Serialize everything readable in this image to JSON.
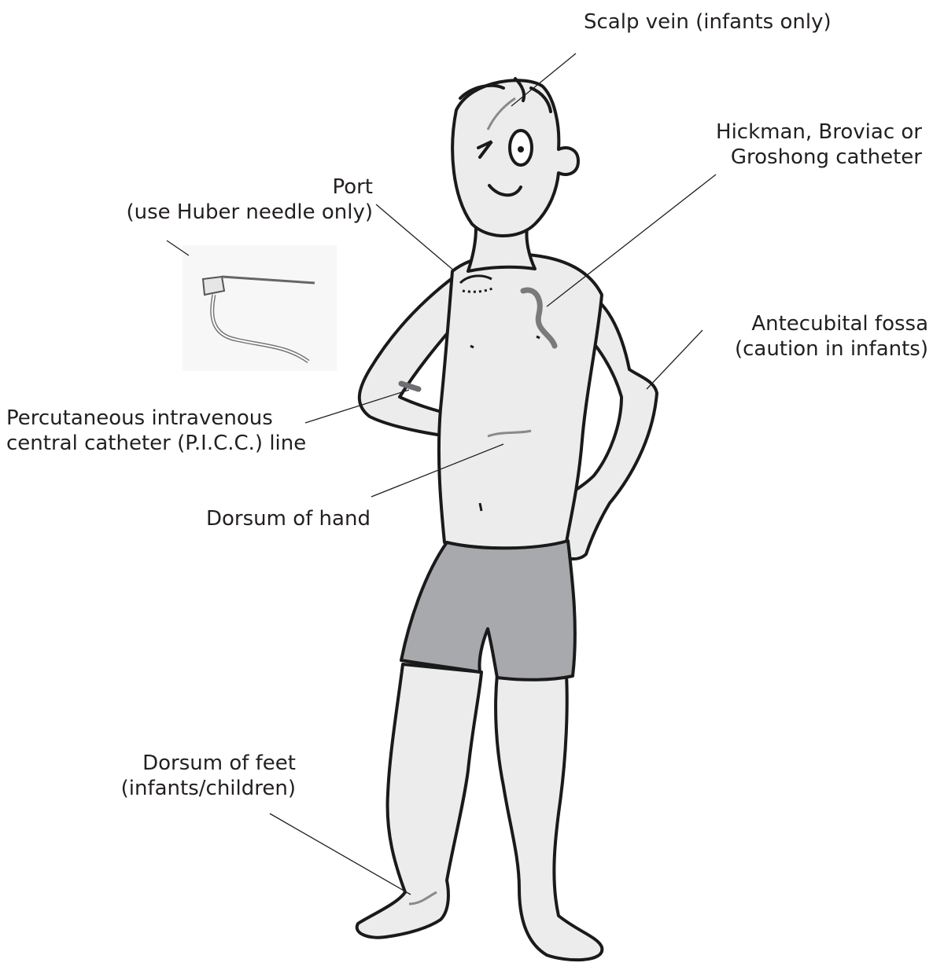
{
  "labels": {
    "scalp_vein": "Scalp vein (infants only)",
    "hickman": [
      "Hickman, Broviac or",
      "Groshong catheter"
    ],
    "port": [
      "Port",
      "(use Huber needle only)"
    ],
    "antecubital": [
      "Antecubital fossa",
      "(caution in infants)"
    ],
    "picc": [
      "Percutaneous intravenous",
      "central catheter (P.I.C.C.) line"
    ],
    "dorsum_hand": "Dorsum of hand",
    "dorsum_feet": [
      "Dorsum of feet",
      "(infants/children)"
    ]
  },
  "colors": {
    "skin": "#ececec",
    "outline": "#1a1a1a",
    "shorts": "#a7a9ac",
    "vein": "#8a8a8a",
    "leader": "#231f20",
    "text": "#231f20"
  },
  "icons": [
    "huber-needle-icon",
    "port-icon",
    "hickman-catheter-icon",
    "picc-line-icon"
  ]
}
